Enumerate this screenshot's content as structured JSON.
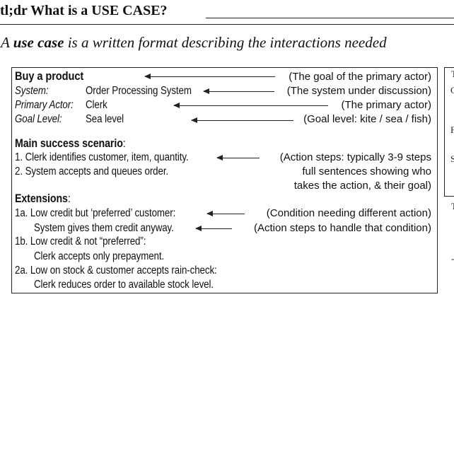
{
  "heading": {
    "title": "tl;dr What is a USE CASE?"
  },
  "intro": {
    "bold_term": "use case",
    "prefix": "A",
    "text": "is a written format describing the interactions needed"
  },
  "use_case": {
    "title": "Buy a product",
    "system_label": "System:",
    "system_value": "Order Processing System",
    "actor_label": "Primary Actor:",
    "actor_value": "Clerk",
    "goal_label": "Goal Level:",
    "goal_value": "Sea level",
    "main_heading": "Main success scenario",
    "main_colon": ":",
    "steps": [
      "1. Clerk identifies customer, item, quantity.",
      "2. System accepts and queues order."
    ],
    "ext_heading": "Extensions",
    "ext_colon": ":",
    "extensions": [
      "1a. Low credit but ‘preferred’ customer:",
      "System gives them credit anyway.",
      "1b. Low credit & not “preferred”:",
      "Clerk accepts only prepayment.",
      "2a. Low on stock & customer accepts rain-check:",
      "Clerk reduces order to available stock level."
    ]
  },
  "annotations": {
    "goal_of_actor": "(The goal of the primary actor)",
    "system": "(The system under discussion)",
    "primary_actor": "(The primary actor)",
    "goal_level": "(Goal level: kite / sea / fish)",
    "action_steps_1": "(Action steps: typically 3-9 steps",
    "action_steps_2": "full sentences showing who",
    "action_steps_3": "takes the action, & their goal)",
    "condition": "(Condition needing different action)",
    "handle": "(Action steps to handle that condition)"
  },
  "side_fragments": [
    "T",
    "C",
    "F",
    "S",
    "T",
    "-"
  ]
}
